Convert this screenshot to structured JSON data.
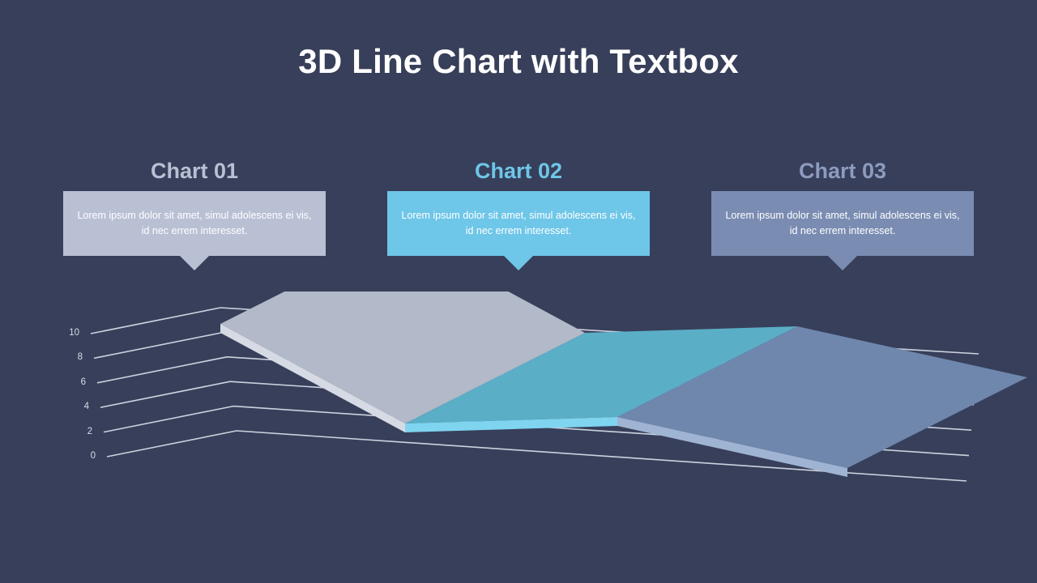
{
  "slide": {
    "title": "3D Line Chart with Textbox",
    "background_color": "#383f5a",
    "title_color": "#ffffff"
  },
  "callouts": [
    {
      "title": "Chart 01",
      "title_color": "#b9c0d4",
      "box_color": "#b9c0d4",
      "text": "Lorem ipsum dolor sit amet, simul adolescens ei vis, id nec errem interesset."
    },
    {
      "title": "Chart 02",
      "title_color": "#6ec6e8",
      "box_color": "#6ec6e8",
      "text": "Lorem ipsum dolor sit amet, simul adolescens ei vis, id nec errem interesset."
    },
    {
      "title": "Chart 03",
      "title_color": "#8c9bbe",
      "box_color": "#7a8cb2",
      "text": "Lorem ipsum dolor sit amet, simul adolescens ei vis, id nec errem interesset."
    }
  ],
  "chart_data": {
    "type": "line",
    "title": "3D Line Chart with Textbox",
    "xlabel": "",
    "ylabel": "",
    "grid": true,
    "legend": false,
    "projection": "3d-ribbon",
    "yticks": [
      10,
      8,
      6,
      4,
      2,
      0
    ],
    "ylim": [
      0,
      10
    ],
    "categories": [
      "Chart 01",
      "Chart 02",
      "Chart 03"
    ],
    "series": [
      {
        "name": "Chart 01",
        "color": "#b2b9c8",
        "edge_color": "#d5dae4",
        "values": [
          10,
          2,
          2
        ]
      },
      {
        "name": "Chart 02",
        "color": "#5aaec6",
        "edge_color": "#7fd4ef",
        "values": [
          2,
          2,
          2
        ]
      },
      {
        "name": "Chart 03",
        "color": "#6f87ac",
        "edge_color": "#9fb4d2",
        "values": [
          2,
          2,
          0
        ]
      }
    ],
    "grid_color": "#ccd2de"
  }
}
